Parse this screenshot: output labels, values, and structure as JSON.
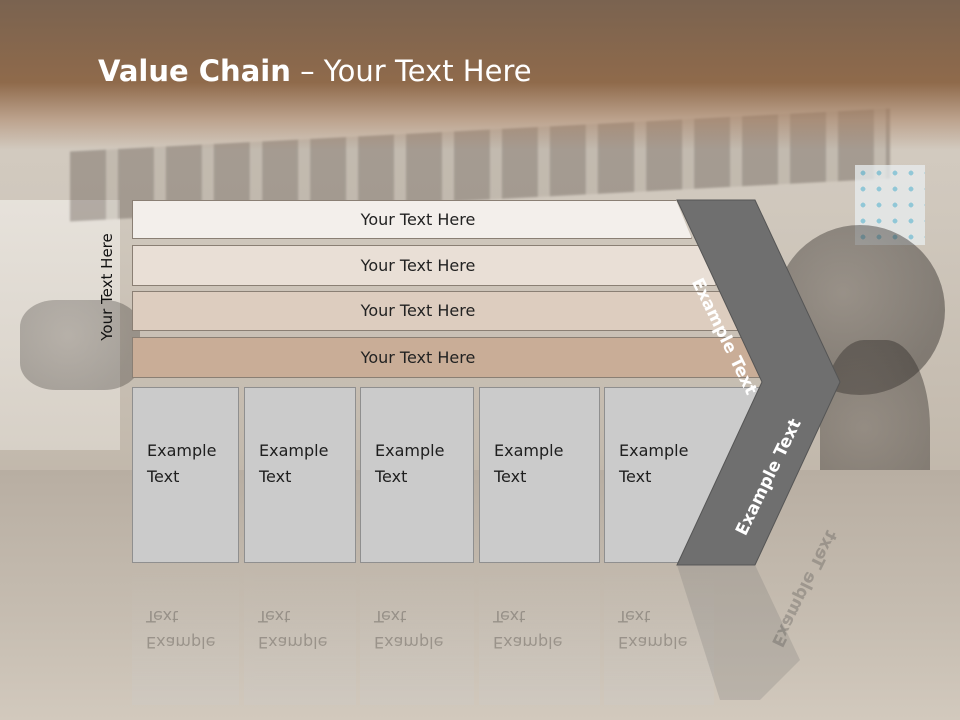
{
  "slide": {
    "title_bold": "Value Chain",
    "title_rest": " – Your Text Here",
    "side_label": "Your Text Here"
  },
  "bars": [
    {
      "label": "Your Text Here",
      "color": "#f3efeb"
    },
    {
      "label": "Your Text Here",
      "color": "#e9dfd6"
    },
    {
      "label": "Your Text Here",
      "color": "#ddcdbf"
    },
    {
      "label": "Your Text Here",
      "color": "#c9ad97"
    }
  ],
  "cards": [
    {
      "line1": "Example",
      "line2": "Text"
    },
    {
      "line1": "Example",
      "line2": "Text"
    },
    {
      "line1": "Example",
      "line2": "Text"
    },
    {
      "line1": "Example",
      "line2": "Text"
    },
    {
      "line1": "Example",
      "line2": "Text"
    }
  ],
  "chevron": {
    "top_label": "Example Text",
    "bottom_label": "Example Text",
    "color": "#6f6f6f"
  }
}
